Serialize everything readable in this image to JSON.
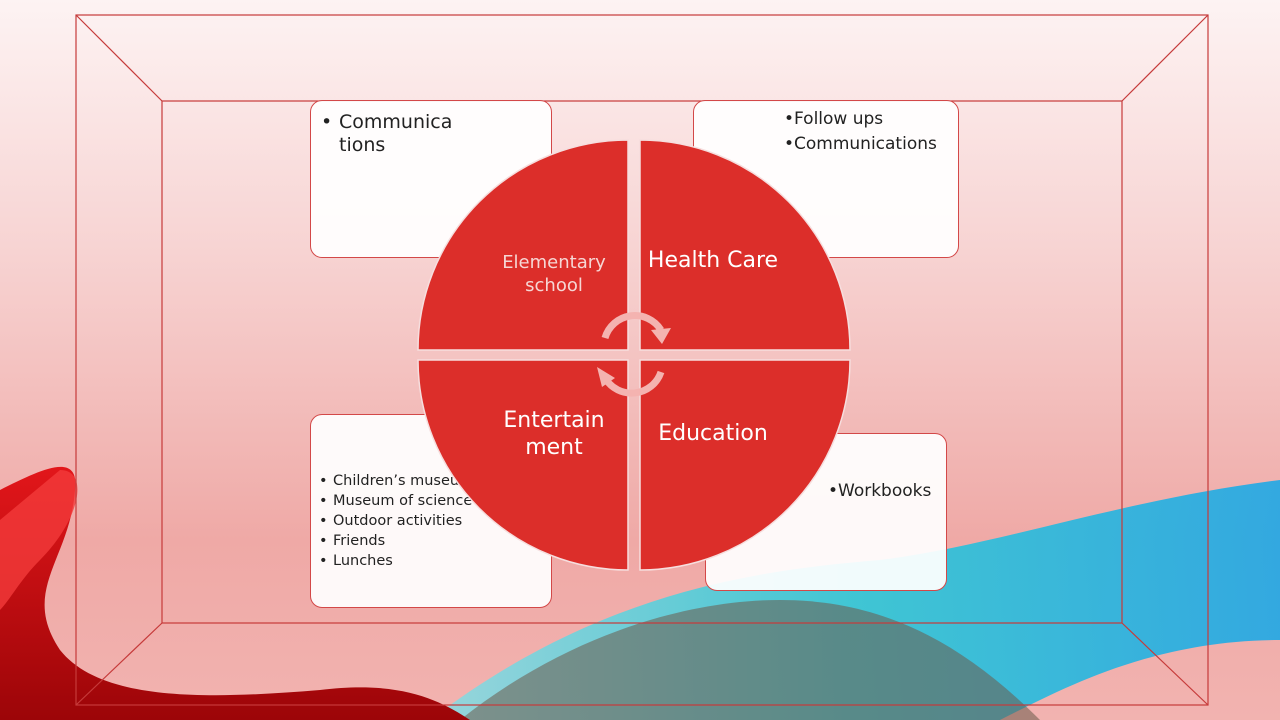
{
  "colors": {
    "quadrant_fill": "#dc2e2a",
    "frame_line": "#c63a3a",
    "swoosh_red": "#c0080c",
    "swoosh_teal": "#2cc8d8"
  },
  "quadrants": {
    "top_left": "Elementary school",
    "top_right": "Health Care",
    "bottom_left": "Entertain ment",
    "bottom_right": "Education"
  },
  "cards": {
    "top_left": {
      "items": [
        "Communica tions"
      ]
    },
    "top_right": {
      "items": [
        "Follow ups",
        "Communications"
      ]
    },
    "bottom_left": {
      "items": [
        "Children’s museum",
        "Museum of science",
        "Outdoor activities",
        "Friends",
        "Lunches"
      ]
    },
    "bottom_right": {
      "items": [
        "Workbooks"
      ]
    }
  }
}
